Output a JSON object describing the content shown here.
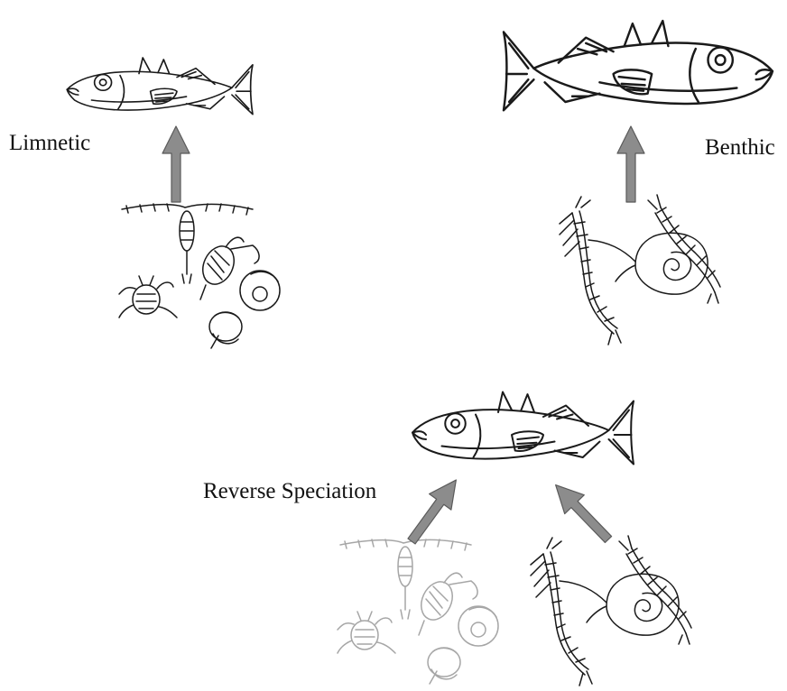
{
  "labels": {
    "limnetic": "Limnetic",
    "benthic": "Benthic",
    "reverse": "Reverse Speciation"
  },
  "colors": {
    "arrow": "#8c8c8c",
    "arrow_stroke": "#5a5a5a",
    "line": "#1a1a1a",
    "faded_line": "#a6a6a6",
    "text": "#111111",
    "background": "#ffffff"
  },
  "icons": {
    "fish": "stickleback-fish-icon",
    "zooplankton": "zooplankton-icon",
    "benthic_prey": "benthic-invertebrates-icon"
  }
}
